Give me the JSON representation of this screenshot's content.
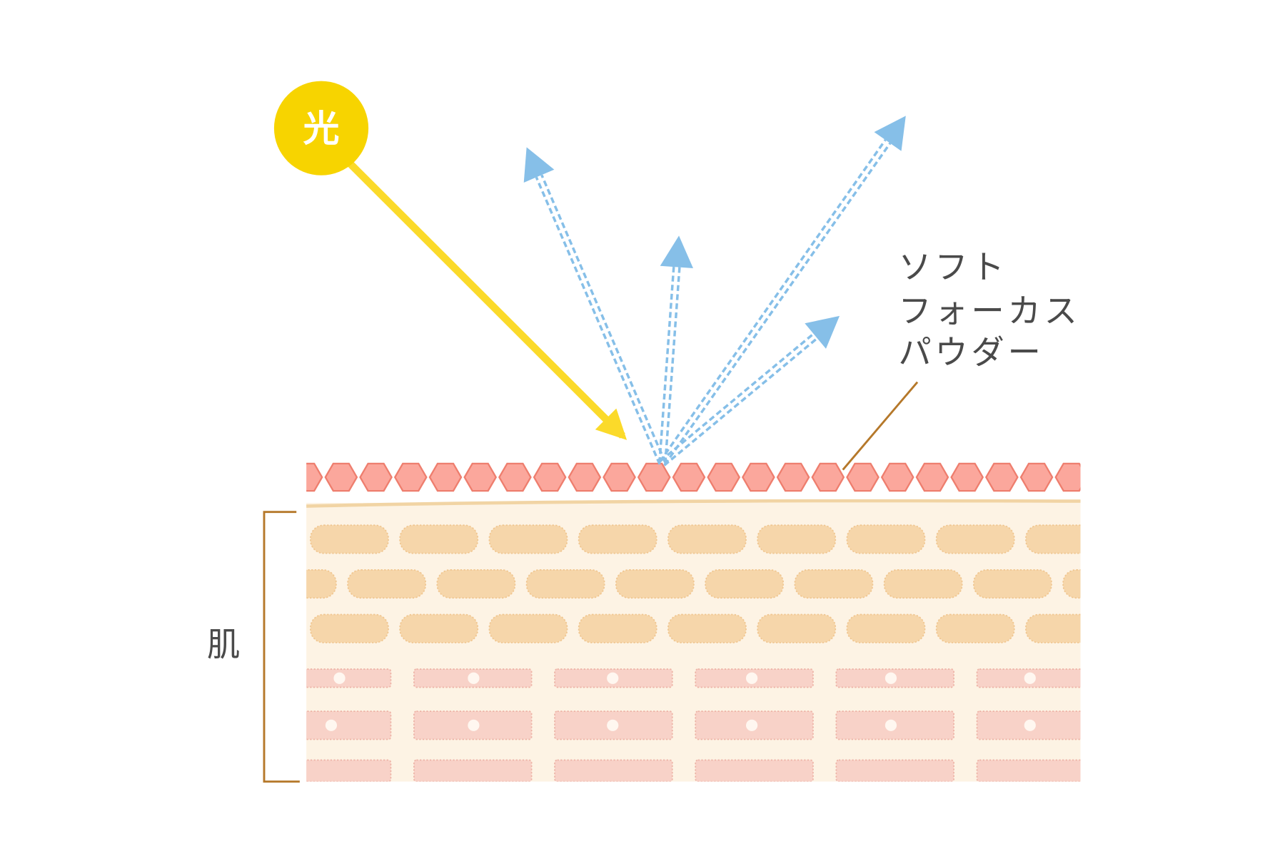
{
  "labels": {
    "light": "光",
    "powder_line1": "ソフト",
    "powder_line2": "フォーカス",
    "powder_line3": "パウダー",
    "skin": "肌"
  },
  "colors": {
    "sun": "#F7D400",
    "light_ray": "#FBDA2A",
    "reflection": "#86BFE8",
    "powder": "#FBA79C",
    "powder_stroke": "#EE7E6E",
    "skin_bg": "#FDF3E4",
    "upper_cell": "#F6D6AA",
    "lower_cell": "#F8D2C8",
    "bracket": "#B5782A"
  }
}
